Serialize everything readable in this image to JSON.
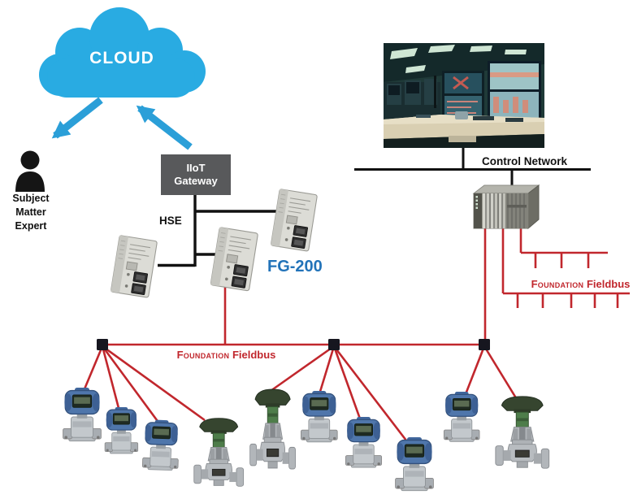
{
  "cloud": {
    "label": "CLOUD",
    "color": "#29ABE2"
  },
  "subject_matter_expert": {
    "label": "Subject\nMatter\nExpert"
  },
  "iiot_gateway": {
    "label": "IIoT\nGateway",
    "color": "#58595B"
  },
  "hse": {
    "label": "HSE"
  },
  "fg200": {
    "label": "FG-200",
    "color": "#2273B9",
    "module_count": 3
  },
  "control_network": {
    "label": "Control Network"
  },
  "fieldbus": {
    "color": "#C1272D",
    "labels": {
      "left": {
        "foundation": "Foundation",
        "fieldbus": "Fieldbus"
      },
      "right": {
        "foundation": "Foundation",
        "fieldbus": "Fieldbus"
      }
    },
    "junction_box_count": 3,
    "plc_spur_buses": {
      "upper_spur_count": 3,
      "lower_spur_count": 5
    }
  },
  "field_devices": {
    "segment_left": [
      "pressure-transmitter",
      "pressure-transmitter",
      "pressure-transmitter",
      "control-valve"
    ],
    "segment_middle": [
      "control-valve",
      "pressure-transmitter",
      "pressure-transmitter",
      "pressure-transmitter"
    ],
    "segment_right": [
      "pressure-transmitter",
      "control-valve"
    ],
    "transmitter_count": 7,
    "control_valve_count": 3
  }
}
